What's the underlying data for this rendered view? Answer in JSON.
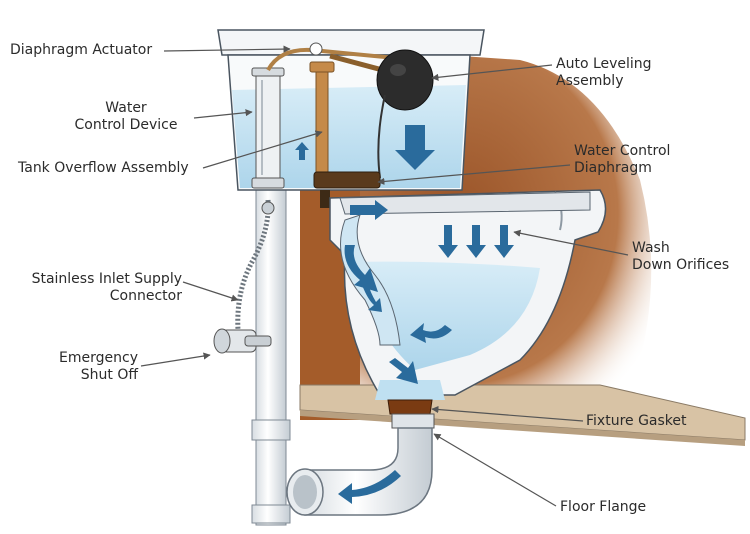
{
  "labels": {
    "diaphragm_actuator": "Diaphragm Actuator",
    "water_control_device": [
      "Water",
      "Control Device"
    ],
    "tank_overflow_assembly": "Tank Overflow Assembly",
    "stainless_inlet_supply_connector": [
      "Stainless Inlet Supply",
      "Connector"
    ],
    "emergency_shut_off": [
      "Emergency",
      "Shut Off"
    ],
    "auto_leveling_assembly": [
      "Auto Leveling",
      "Assembly"
    ],
    "water_control_diaphragm": [
      "Water Control",
      "Diaphragm"
    ],
    "wash_down_orifices": [
      "Wash",
      "Down Orifices"
    ],
    "fixture_gasket": "Fixture Gasket",
    "floor_flange": "Floor Flange"
  },
  "colors": {
    "wall": "#9c5a2c",
    "water": "#bfe0f1",
    "porcelain": "#f2f4f6",
    "outline": "#4a5560",
    "flow_arrow": "#2a6b9c",
    "floor": "#c9b49a",
    "gasket": "#7a3b12",
    "leader_line": "#555555"
  }
}
